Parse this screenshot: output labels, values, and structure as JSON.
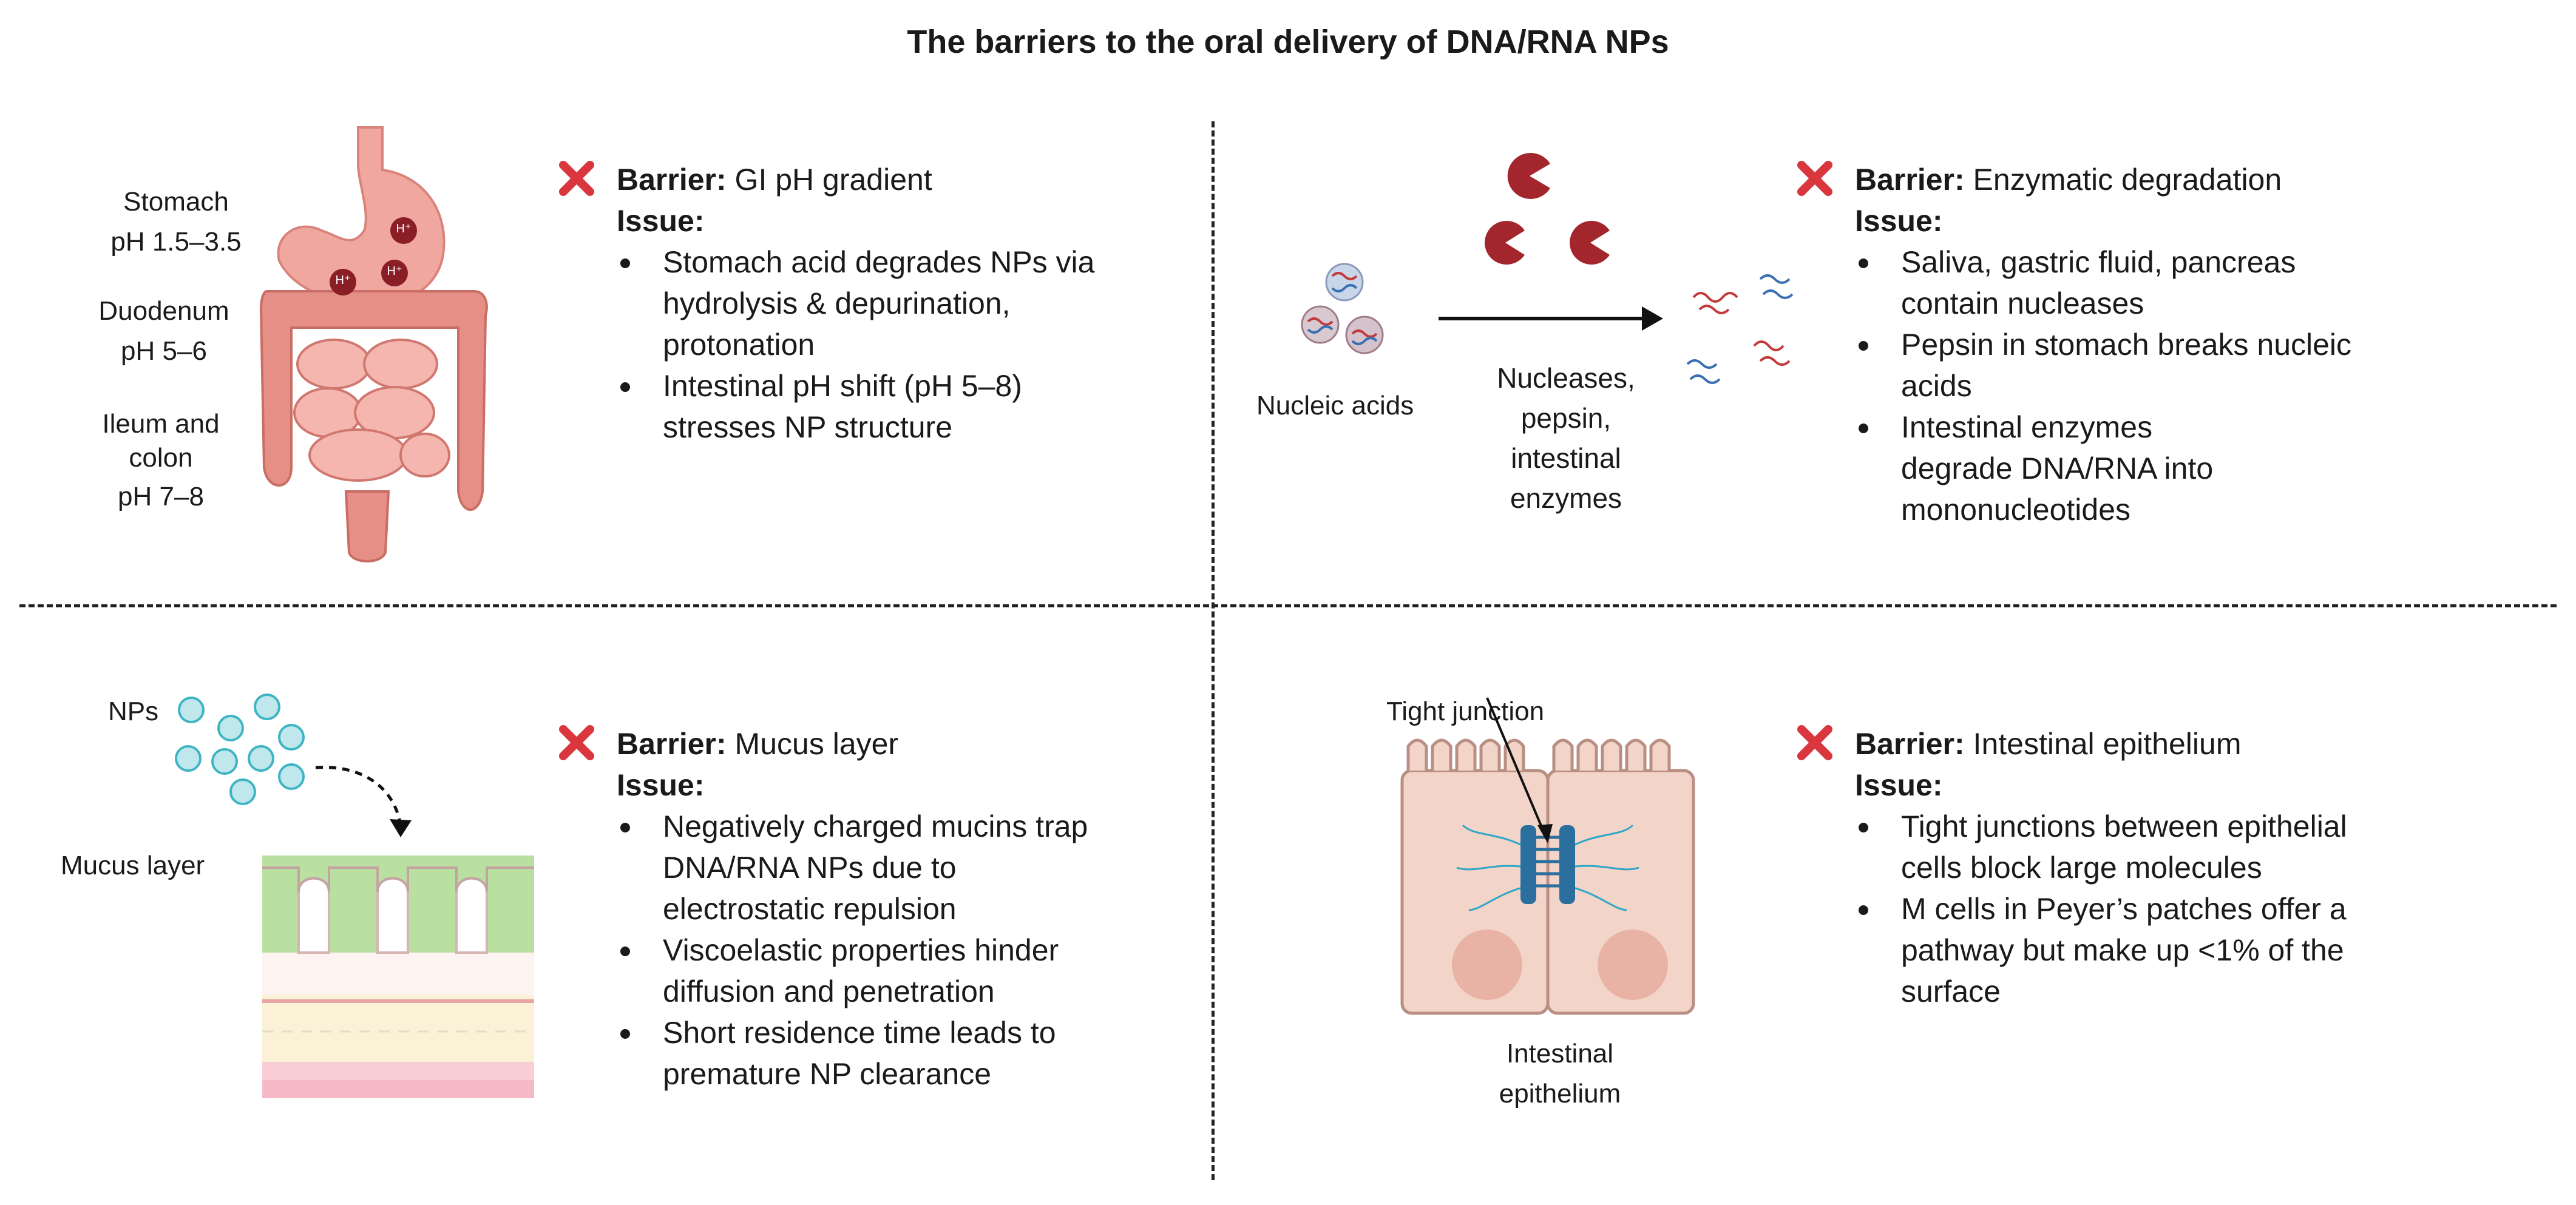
{
  "title": "The barriers to the oral delivery of DNA/RNA NPs",
  "quadrants": {
    "top_left": {
      "labels": {
        "stomach": "Stomach",
        "stomach_ph": "pH 1.5–3.5",
        "duodenum": "Duodenum",
        "duodenum_ph": "pH 5–6",
        "ileum": "Ileum and",
        "colon": "colon",
        "ileum_ph": "pH 7–8",
        "proton": "H⁺"
      },
      "barrier_label": "Barrier:",
      "barrier_text": "GI pH gradient",
      "issue_label": "Issue:",
      "bullets": [
        "Stomach acid  degrades NPs via",
        "hydrolysis & depurination,",
        "protonation",
        "Intestinal pH shift (pH 5–8)",
        "stresses NP structure"
      ]
    },
    "top_right": {
      "labels": {
        "nucleic_acids": "Nucleic acids",
        "enzymes_1": "Nucleases,",
        "enzymes_2": "pepsin,",
        "enzymes_3": "intestinal",
        "enzymes_4": "enzymes"
      },
      "barrier_label": "Barrier:",
      "barrier_text": "Enzymatic degradation",
      "issue_label": "Issue:",
      "bullets": [
        "Saliva, gastric fluid, pancreas",
        "contain nucleases",
        "Pepsin in stomach breaks nucleic",
        "acids",
        "Intestinal enzymes",
        "degrade DNA/RNA into",
        "mononucleotides"
      ]
    },
    "bottom_left": {
      "labels": {
        "nps": "NPs",
        "mucus": "Mucus layer"
      },
      "barrier_label": "Barrier:",
      "barrier_text": "Mucus layer",
      "issue_label": "Issue:",
      "bullets": [
        "Negatively charged mucins trap",
        "DNA/RNA NPs due to",
        "electrostatic repulsion",
        "Viscoelastic properties hinder",
        "diffusion and penetration",
        "Short residence time leads to",
        "premature NP clearance"
      ]
    },
    "bottom_right": {
      "labels": {
        "tight_junction": "Tight junction",
        "epithelium_1": "Intestinal",
        "epithelium_2": "epithelium"
      },
      "barrier_label": "Barrier:",
      "barrier_text": "Intestinal epithelium",
      "issue_label": "Issue:",
      "bullets": [
        "Tight junctions between epithelial",
        "cells block large molecules",
        "M cells in Peyer’s patches offer a",
        "pathway but make up <1% of the",
        "surface"
      ]
    }
  },
  "colors": {
    "x_mark": "#d9363e",
    "stomach": "#f0a7a0",
    "intestine": "#e58f86",
    "enzyme": "#a3262c",
    "villi_green": "#b9e0a0",
    "epithelium": "#f2d5c8",
    "junction": "#2a6f9e"
  }
}
